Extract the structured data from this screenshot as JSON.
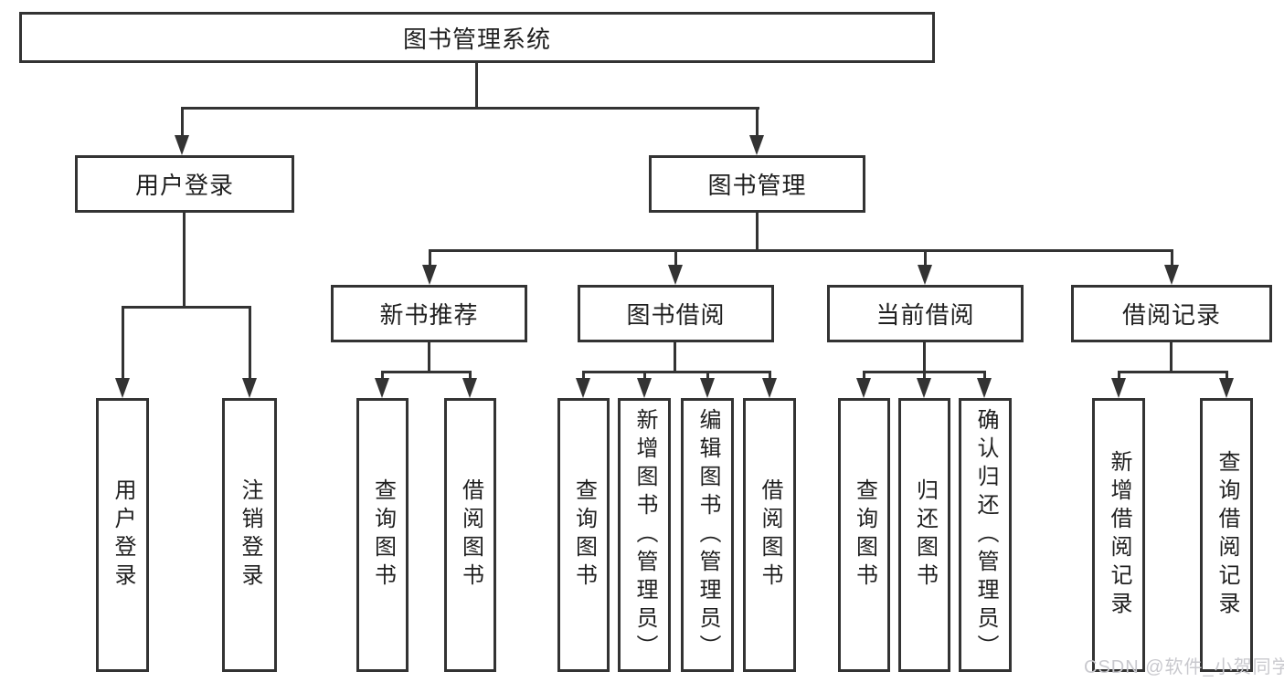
{
  "tree": {
    "root": {
      "label": "图书管理系统"
    },
    "branches": [
      {
        "label": "用户登录",
        "children": [
          {
            "label": "用户登录"
          },
          {
            "label": "注销登录"
          }
        ]
      },
      {
        "label": "图书管理",
        "children": [
          {
            "label": "新书推荐",
            "children": [
              {
                "label": "查询图书"
              },
              {
                "label": "借阅图书"
              }
            ]
          },
          {
            "label": "图书借阅",
            "children": [
              {
                "label": "查询图书"
              },
              {
                "label": "新增图书（管理员）"
              },
              {
                "label": "编辑图书（管理员）"
              },
              {
                "label": "借阅图书"
              }
            ]
          },
          {
            "label": "当前借阅",
            "children": [
              {
                "label": "查询图书"
              },
              {
                "label": "归还图书"
              },
              {
                "label": "确认归还（管理员）"
              }
            ]
          },
          {
            "label": "借阅记录",
            "children": [
              {
                "label": "新增借阅记录"
              },
              {
                "label": "查询借阅记录"
              }
            ]
          }
        ]
      }
    ]
  },
  "watermark": {
    "text": "CSDN @软件_小贺同学"
  },
  "colors": {
    "line": "#333333",
    "text": "#1f1f1f",
    "box_fill": "#ffffff",
    "watermark": "#c9c9ce"
  }
}
